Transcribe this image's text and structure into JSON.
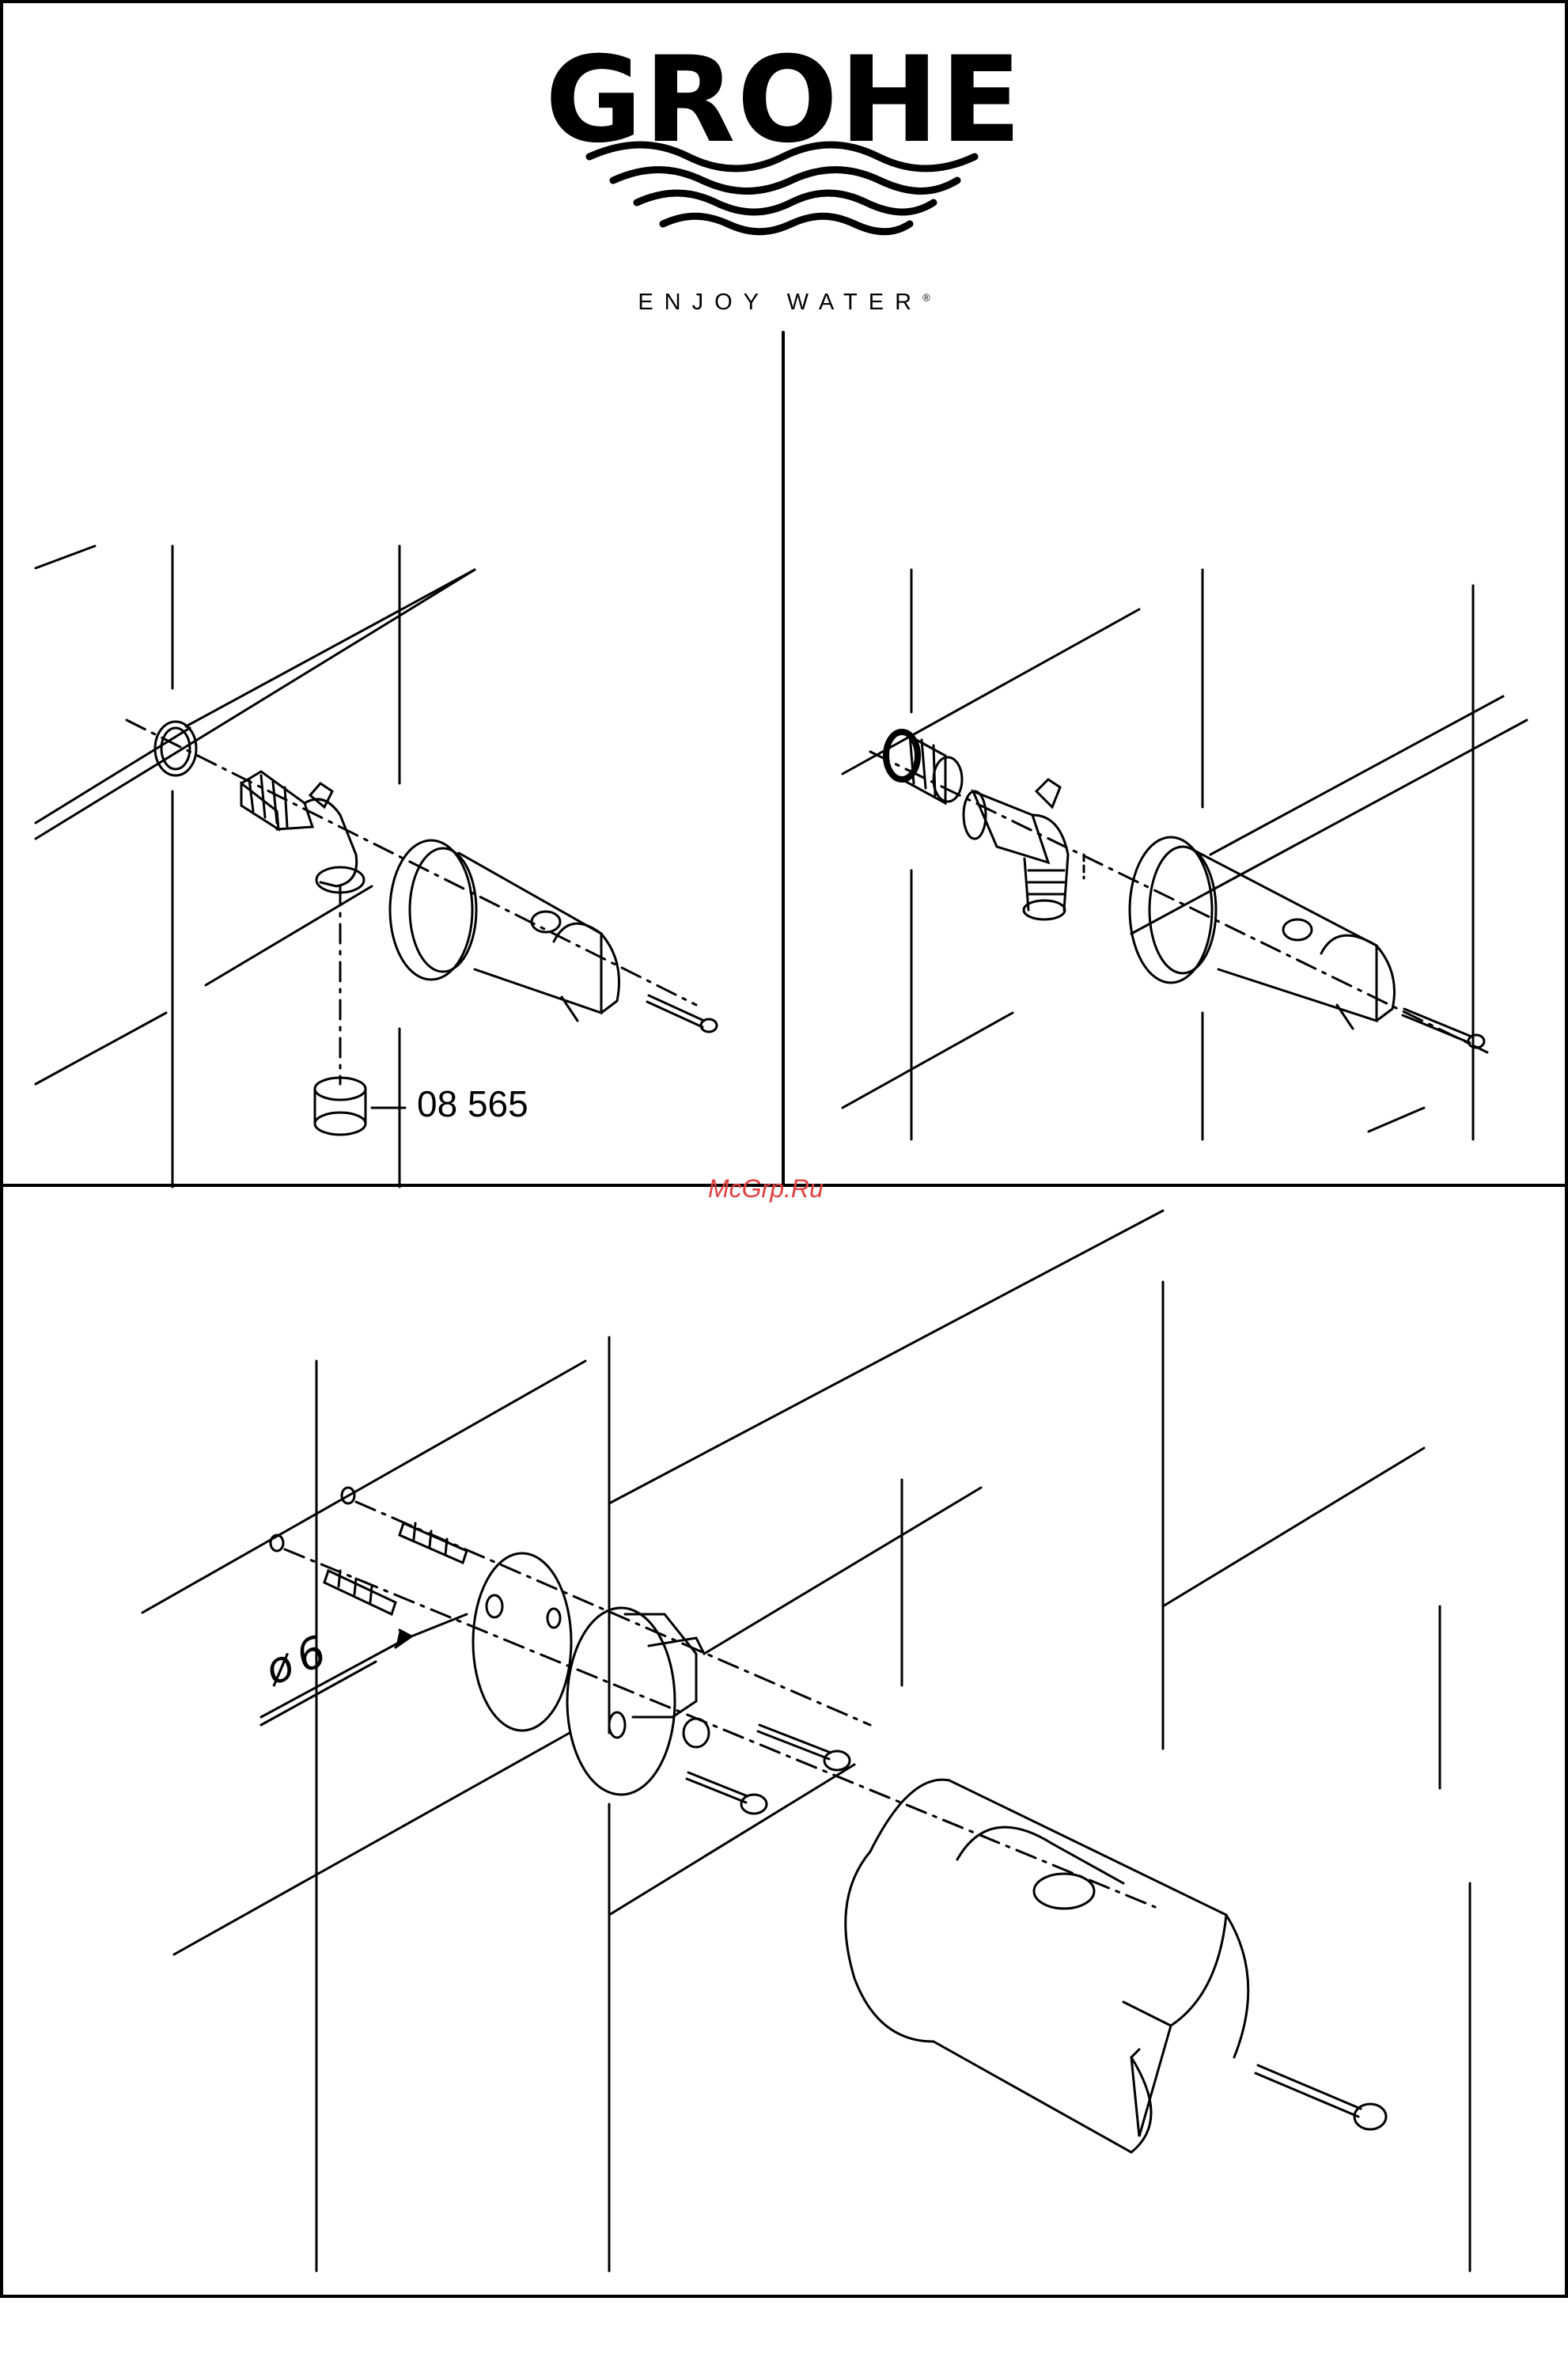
{
  "header": {
    "brand": "GROHE",
    "tagline": "ENJOY WATER",
    "tagline_mark": "®"
  },
  "panels": {
    "top_left": {
      "part_number": "08 565"
    },
    "bottom": {
      "diameter_symbol": "ø",
      "diameter_value": "6"
    }
  },
  "watermark": {
    "text": "McGrp.Ru",
    "color": "#e04040"
  }
}
